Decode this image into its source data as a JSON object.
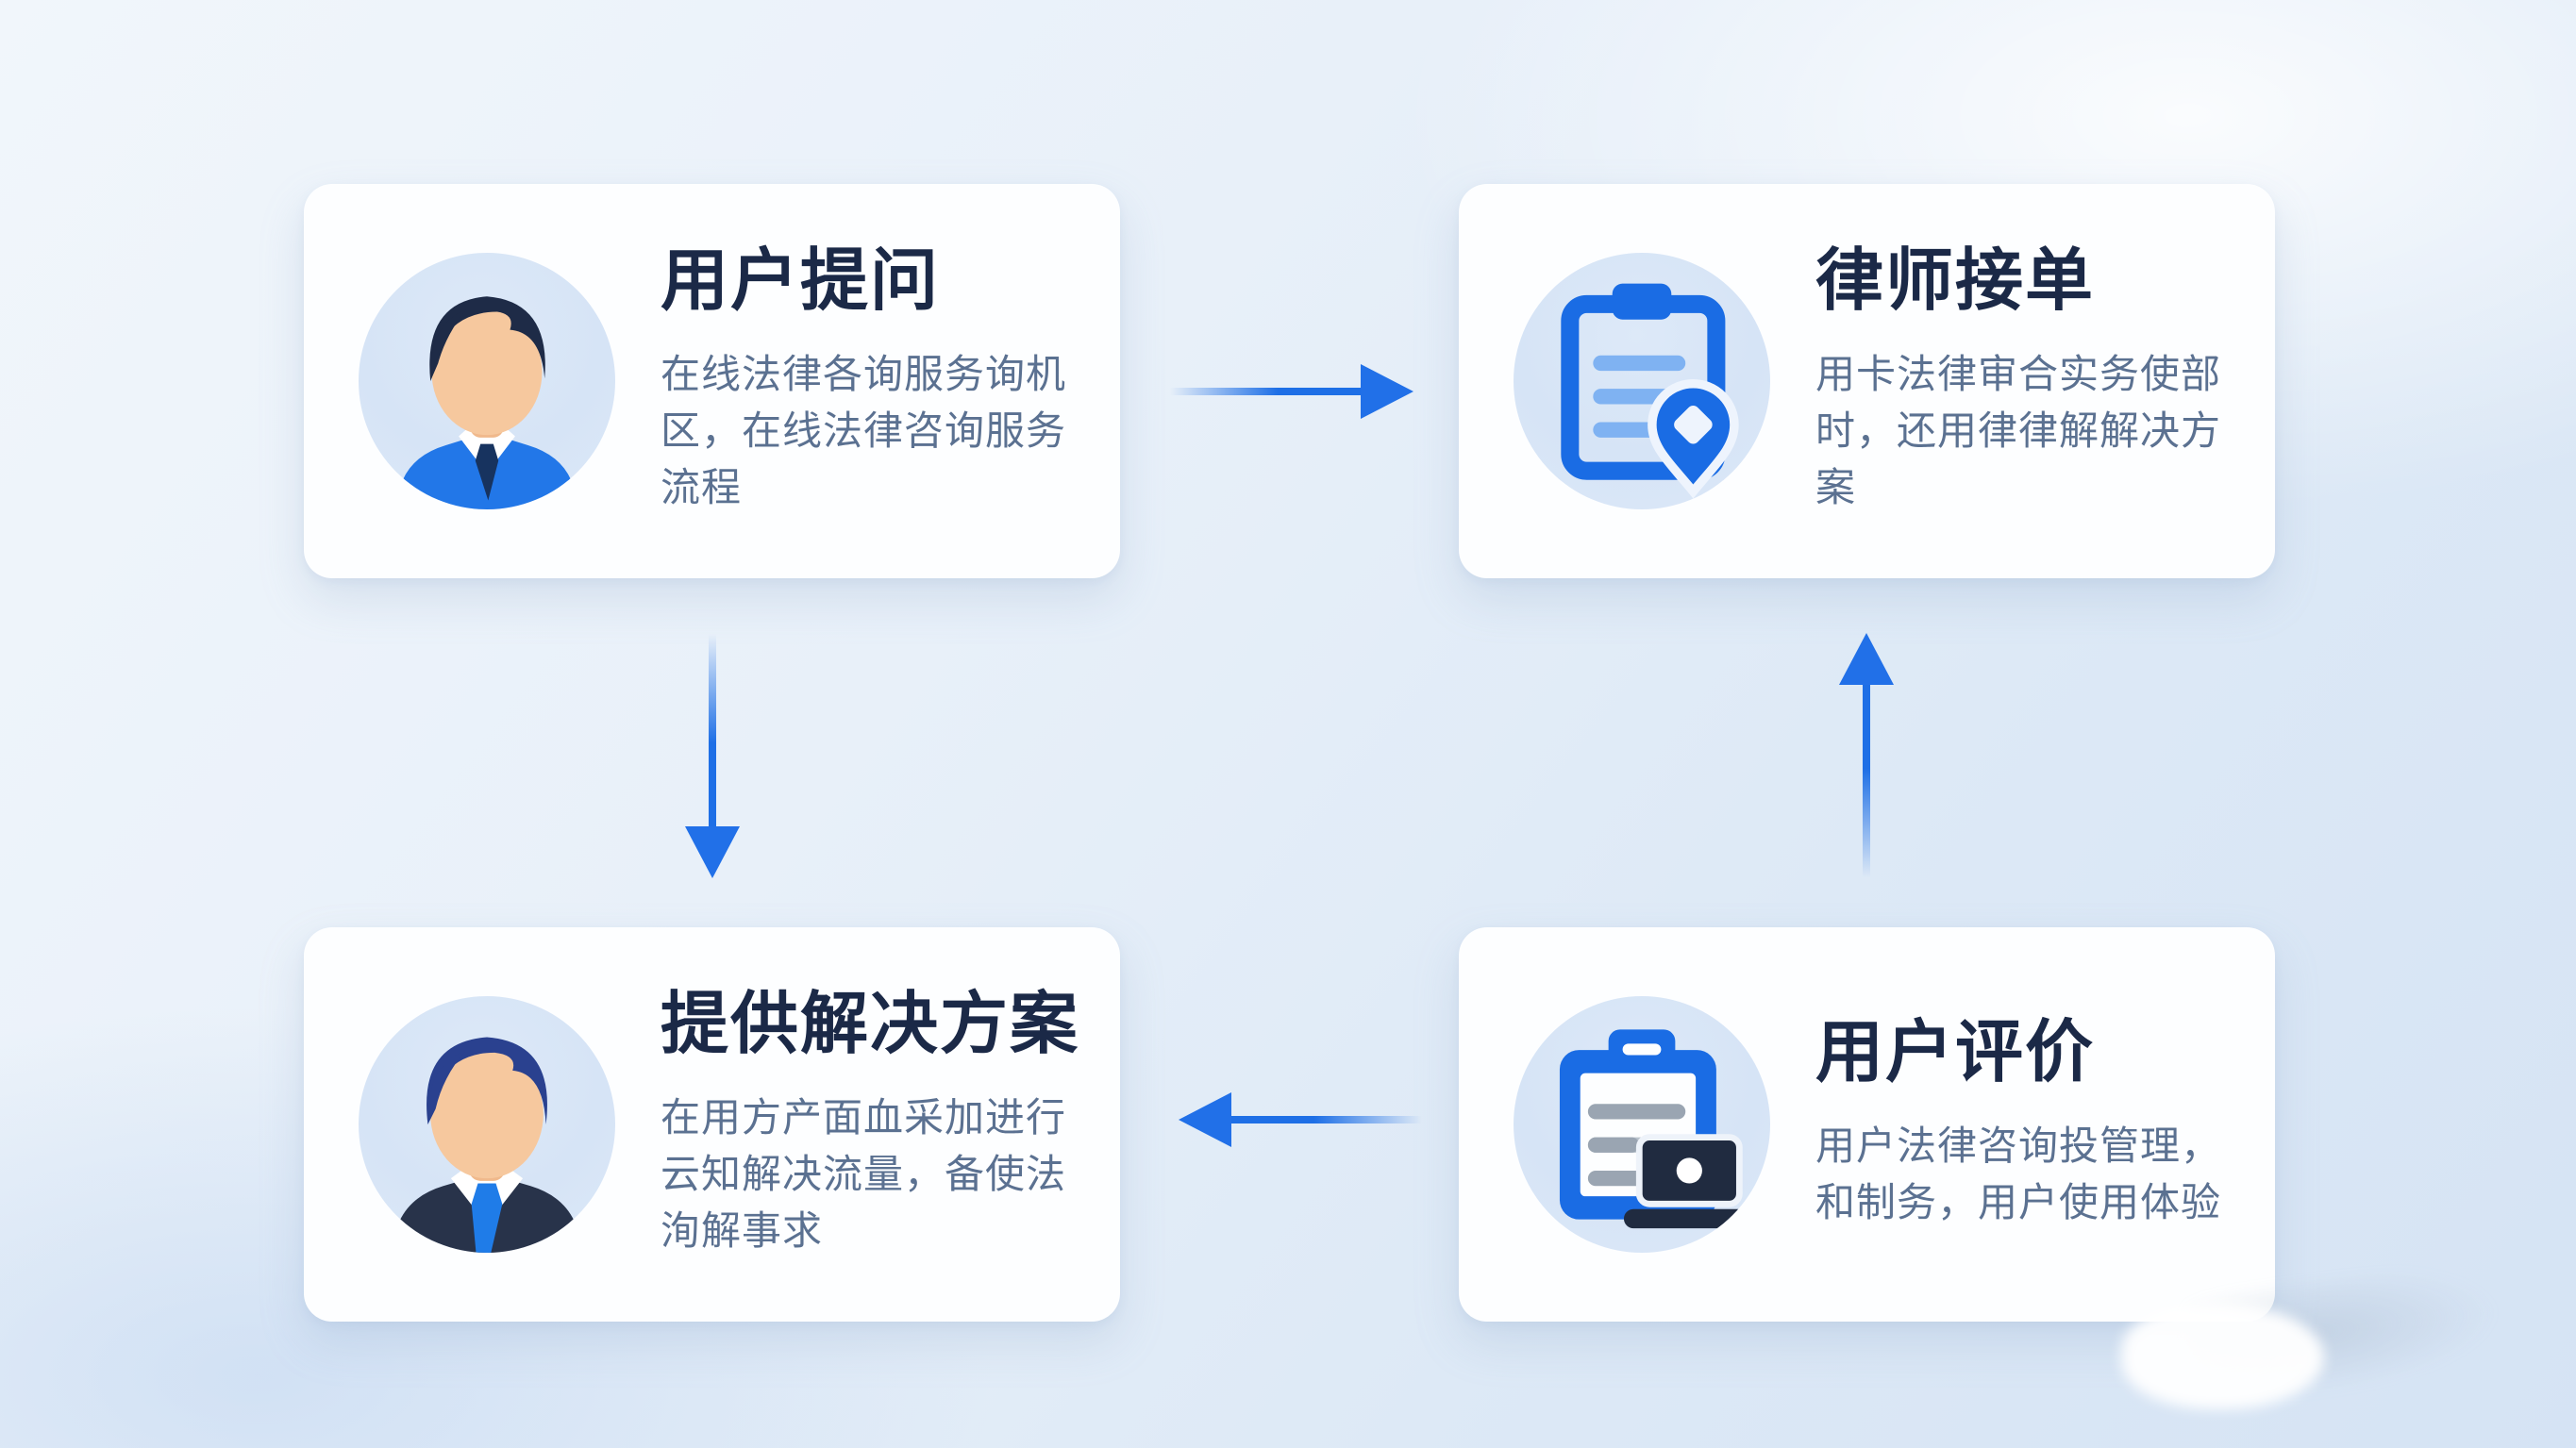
{
  "palette": {
    "card_background": "#fdfeff",
    "title_color": "#1b2947",
    "body_color": "#5b7191",
    "arrow_color": "#1e6fe6",
    "icon_circle_color": "#d8e5f6",
    "icon_blue": "#1a6ce4",
    "icon_light_blue": "#7fb2f2",
    "suit_blue": "#2277e8",
    "suit_dark": "#28334a",
    "hair_dark": "#1e2b47",
    "hair_navy": "#2a418f",
    "skin": "#f6c89e",
    "laptop_dark": "#202b40"
  },
  "cards": [
    {
      "id": "user-question",
      "title": "用户提问",
      "body": "在线法律各询服务询机区，在线法律咨询服务流程",
      "icon": "businessman-blue-suit-avatar-icon"
    },
    {
      "id": "lawyer-accept-order",
      "title": "律师接单",
      "body": "用卡法律审合实务使部时，还用律律解解决方案",
      "icon": "clipboard-location-pin-icon"
    },
    {
      "id": "provide-solution",
      "title": "提供解决方案",
      "body": "在用方产面血采加进行云知解决流量，备使法洵解事求",
      "icon": "businessman-dark-suit-avatar-icon"
    },
    {
      "id": "user-review",
      "title": "用户评价",
      "body": "用户法律咨询投管理，和制务，用户使用体验",
      "icon": "clipboard-laptop-icon"
    }
  ],
  "arrows": [
    {
      "id": "arrow-right",
      "direction": "right",
      "from": "user-question",
      "to": "lawyer-accept-order"
    },
    {
      "id": "arrow-down",
      "direction": "down",
      "from": "user-question",
      "to": "provide-solution"
    },
    {
      "id": "arrow-up",
      "direction": "up",
      "from": "user-review",
      "to": "lawyer-accept-order"
    },
    {
      "id": "arrow-left",
      "direction": "left",
      "from": "user-review",
      "to": "provide-solution"
    }
  ]
}
